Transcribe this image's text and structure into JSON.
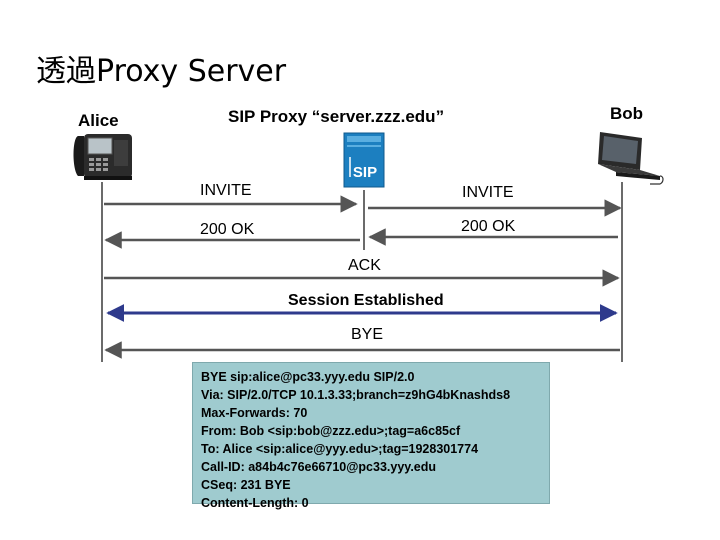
{
  "title": "透過Proxy Server",
  "participants": {
    "alice": "Alice",
    "proxy": "SIP Proxy “server.zzz.edu”",
    "bob": "Bob"
  },
  "proxy_logo_text": "SIP",
  "messages": {
    "invite_left": "INVITE",
    "invite_right": "INVITE",
    "ok_left": "200 OK",
    "ok_right": "200 OK",
    "ack": "ACK",
    "session": "Session Established",
    "bye": "BYE"
  },
  "sip_message": [
    "BYE sip:alice@pc33.yyy.edu SIP/2.0",
    "Via: SIP/2.0/TCP 10.1.3.33;branch=z9hG4bKnashds8",
    "Max-Forwards: 70",
    "From: Bob <sip:bob@zzz.edu>;tag=a6c85cf",
    "To: Alice <sip:alice@yyy.edu>;tag=1928301774",
    "Call-ID: a84b4c76e66710@pc33.yyy.edu",
    "CSeq: 231 BYE",
    "Content-Length: 0"
  ],
  "colors": {
    "lifeline": "#6b6b6b",
    "arrow": "#555555",
    "session_line": "#2e3a8c",
    "sip_box": "#9fcbcf",
    "server_blue": "#1c7fc0"
  },
  "icons": [
    "ip-phone-icon",
    "sip-server-icon",
    "laptop-icon"
  ]
}
